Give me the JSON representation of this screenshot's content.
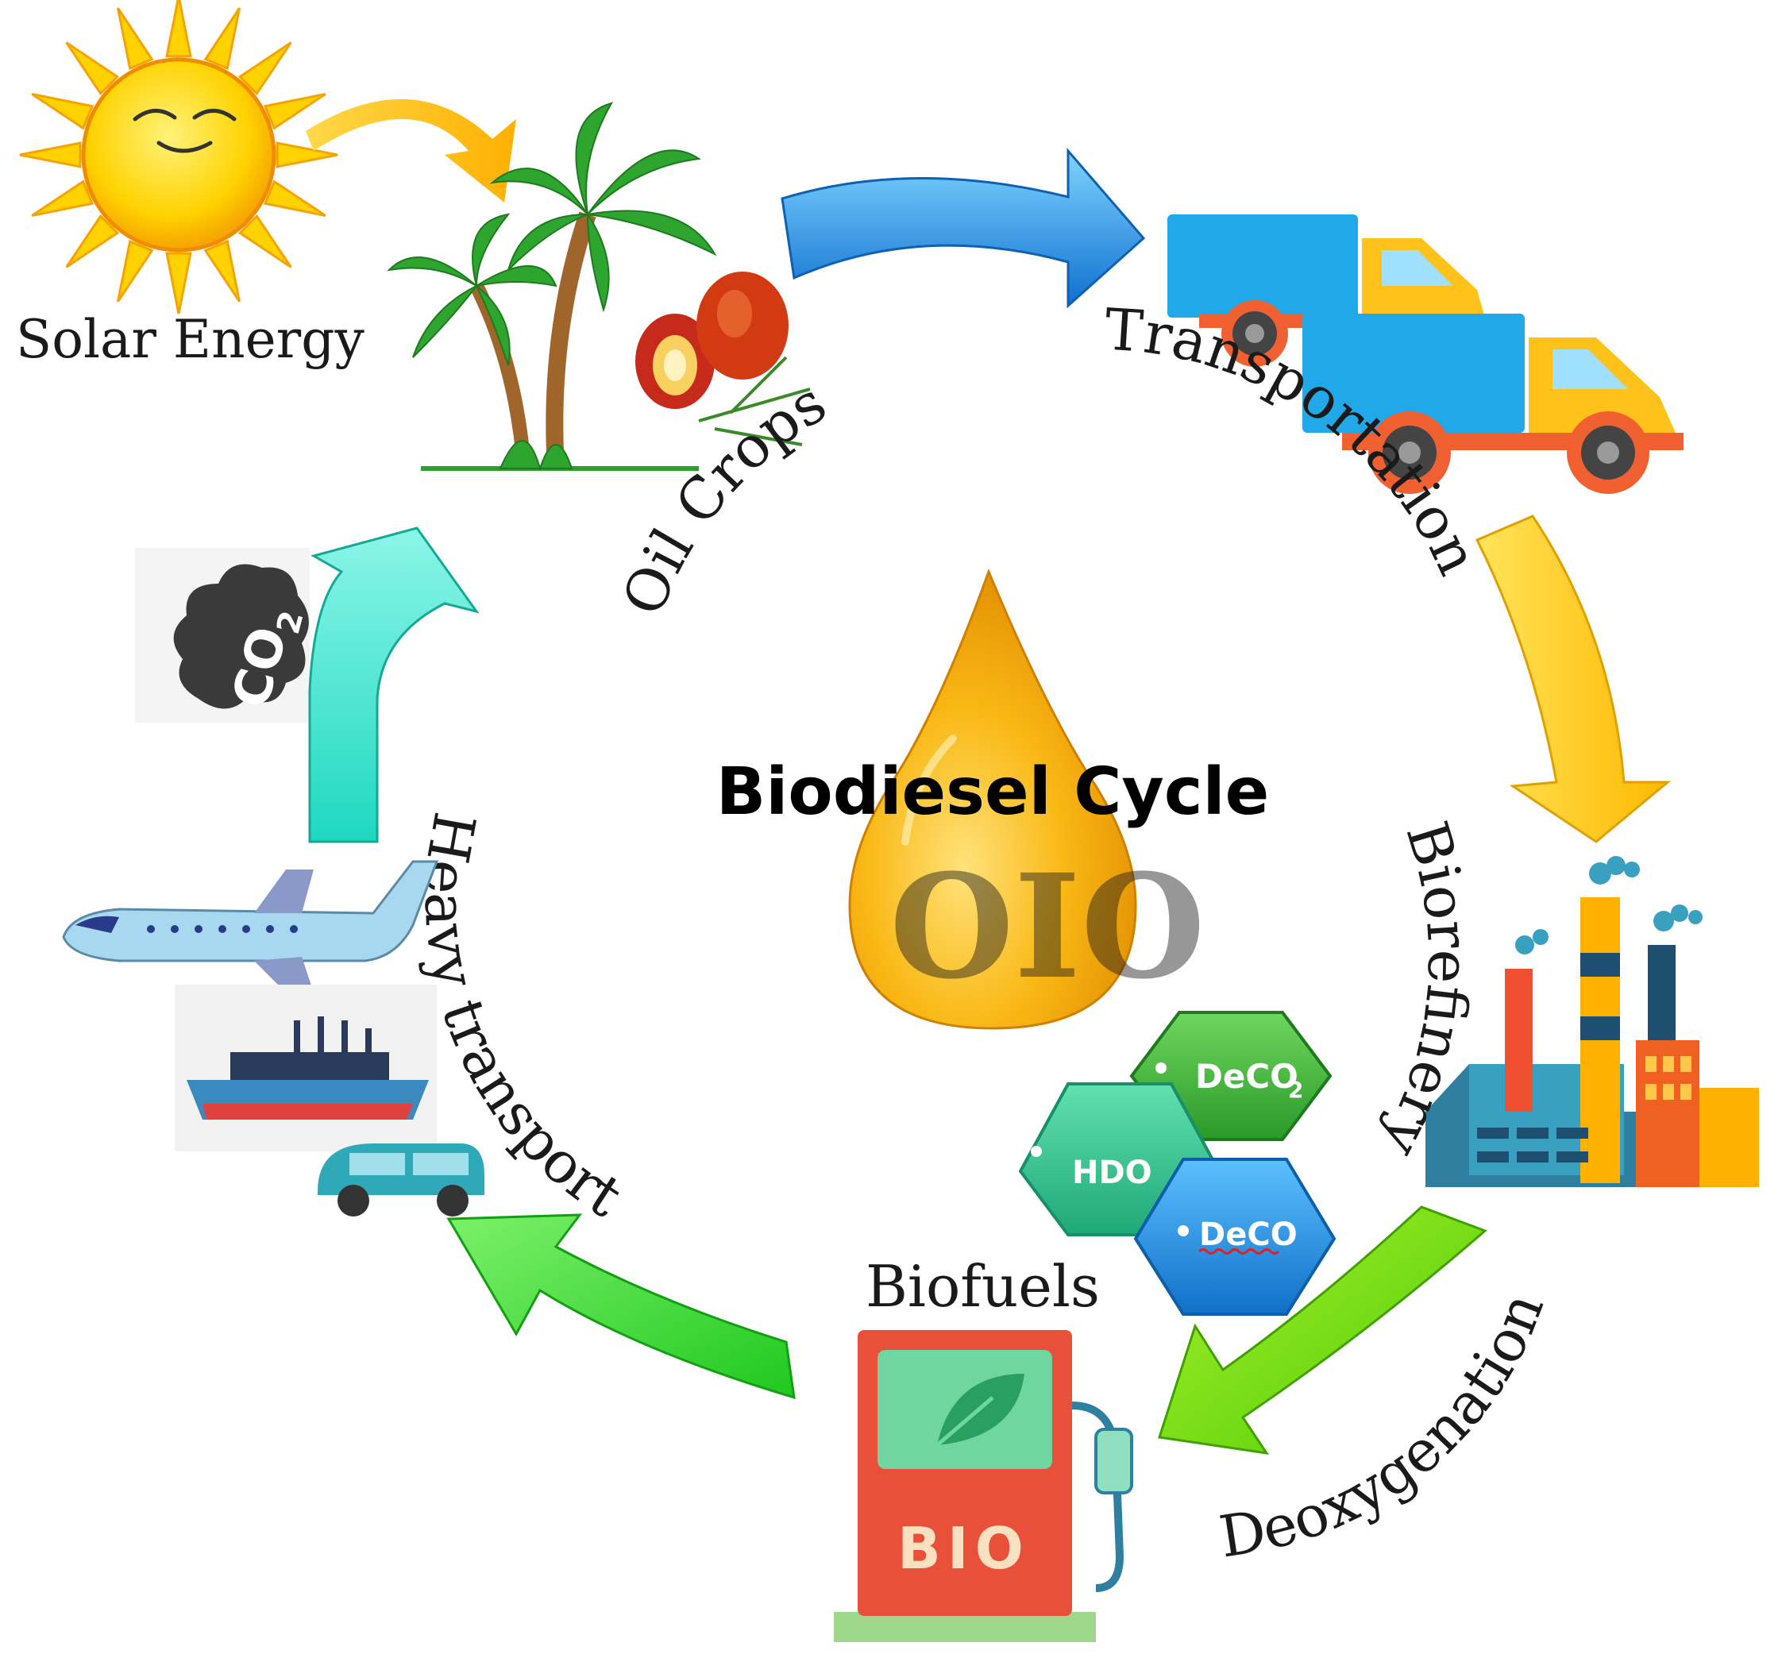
{
  "title": "Biodiesel Cycle",
  "drop_text": "OIO",
  "labels": {
    "solar": "Solar Energy",
    "oil_crops": "Oil Crops",
    "transportation": "Transportation",
    "biorefinery": "Biorefinery",
    "deoxygenation": "Deoxygenation",
    "biofuels": "Biofuels",
    "heavy_transport": "Heavy transport"
  },
  "co2": {
    "main": "CO",
    "sub": "2"
  },
  "hexagons": {
    "hdo": "HDO",
    "deco2_main": "DeCO",
    "deco2_sub": "2",
    "deco": "DeCO"
  },
  "pump_text": "BIO",
  "colors": {
    "sun": "#FFD200",
    "arrow_sun": "#FFC000",
    "arrow_transport": "#1E90E0",
    "arrow_refinery": "#FFD000",
    "arrow_deoxy": "#66DD11",
    "arrow_biofuel": "#22CC22",
    "arrow_co2": "#22D8C0",
    "drop": "#F5A800",
    "truck_body": "#20A8E8",
    "truck_cab": "#FFC21A",
    "pump": "#E8503A",
    "hex_hdo": "#2EC08A",
    "hex_deco2": "#3AAA35",
    "hex_deco": "#1E88D8"
  }
}
